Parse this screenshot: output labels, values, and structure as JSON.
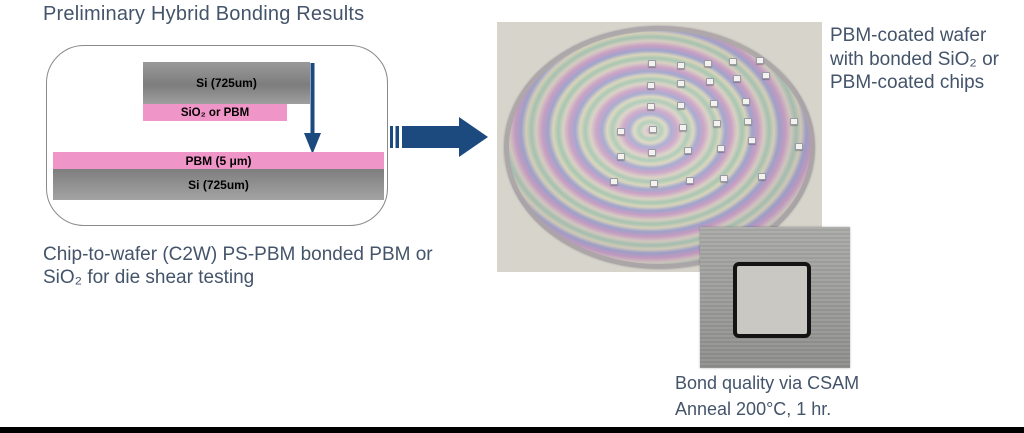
{
  "title": "Preliminary Hybrid Bonding Results",
  "schematic": {
    "top_die_si": "Si (725um)",
    "top_die_coating": "SiO₂ or PBM",
    "wafer_pbm": "PBM (5 μm)",
    "wafer_si": "Si (725um)"
  },
  "caption_left": {
    "line1": "Chip-to-wafer (C2W) PS-PBM bonded PBM or",
    "line2": "SiO₂ for die shear testing"
  },
  "caption_right": {
    "line1": "PBM-coated wafer",
    "line2": "with bonded SiO₂ or",
    "line3": "PBM-coated chips"
  },
  "csam_caption": {
    "line1": "Bond quality via CSAM",
    "line2": "Anneal 200°C, 1 hr."
  },
  "colors": {
    "accent_text": "#44546A",
    "arrow_blue": "#1C4A7E",
    "layer_pink": "#F095C8",
    "layer_gray": "#8C8C8C",
    "photo_background": "#D7D4CC"
  }
}
